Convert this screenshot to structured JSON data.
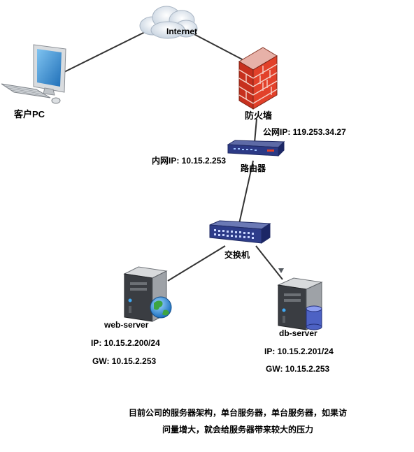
{
  "nodes": {
    "internet": "Internet",
    "client": "客户PC",
    "firewall": "防火墙",
    "router": "路由器",
    "switch": "交换机",
    "web_server": "web-server",
    "db_server": "db-server"
  },
  "labels": {
    "public_ip": "公网IP:  119.253.34.27",
    "private_ip": "内网IP:  10.15.2.253",
    "web_ip": "IP: 10.15.2.200/24",
    "web_gw": "GW:  10.15.2.253",
    "db_ip": "IP: 10.15.2.201/24",
    "db_gw": "GW:  10.15.2.253"
  },
  "caption": {
    "line1": "目前公司的服务器架构，单台服务器，单台服务器，如果访",
    "line2": "问量增大，就会给服务器带来较大的压力"
  }
}
